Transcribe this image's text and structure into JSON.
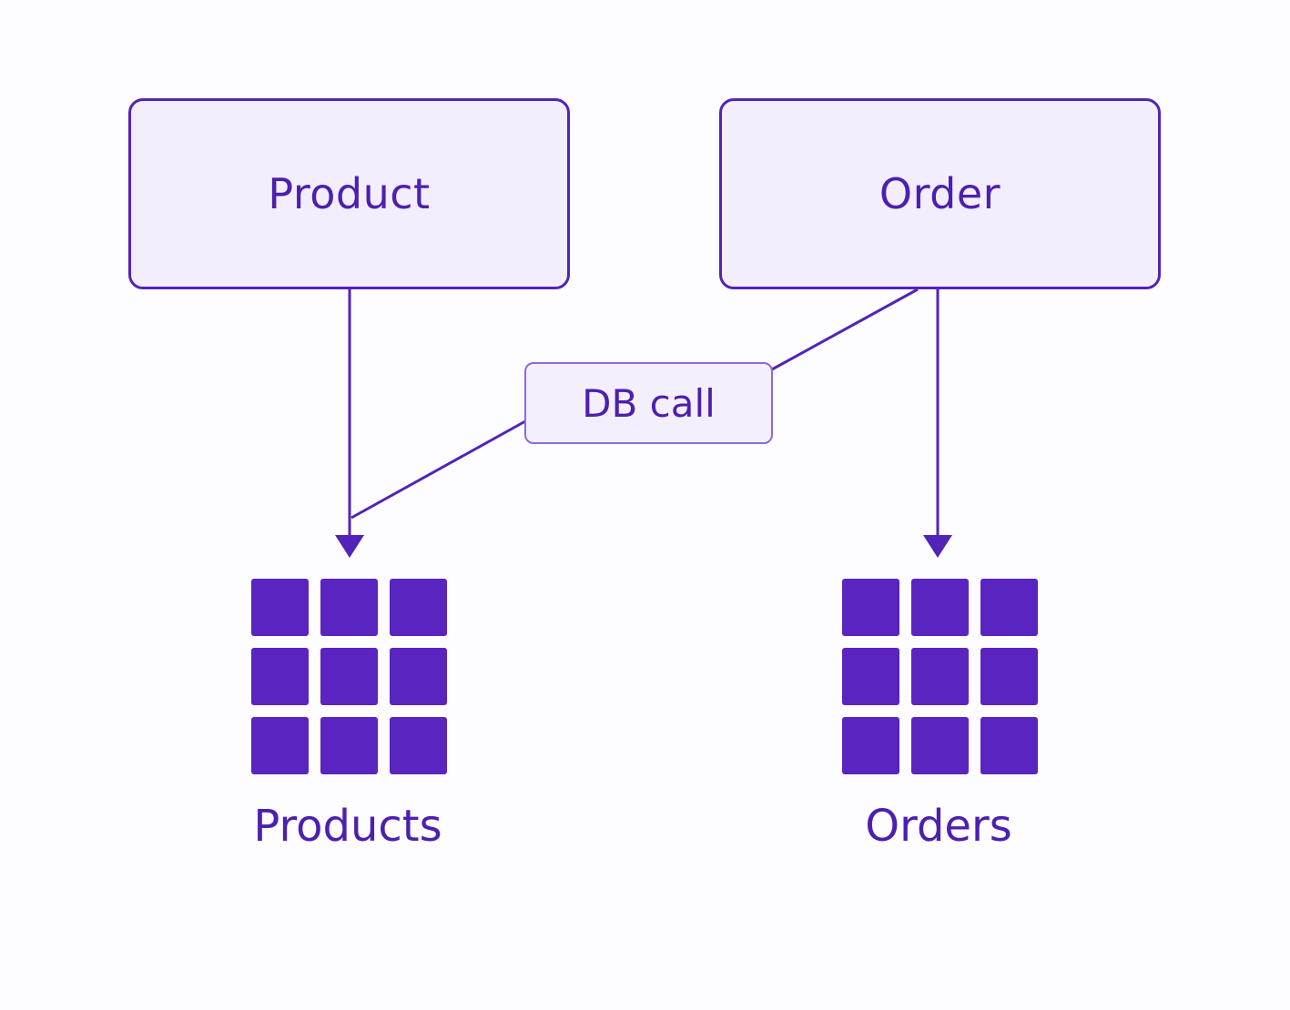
{
  "services": {
    "product": {
      "label": "Product"
    },
    "order": {
      "label": "Order"
    }
  },
  "connection": {
    "label": "DB call"
  },
  "tables": {
    "products": {
      "label": "Products"
    },
    "orders": {
      "label": "Orders"
    }
  },
  "colors": {
    "stroke": "#5223b8",
    "box_fill": "#f3eefd",
    "call_border": "#8e6ad9",
    "table_cell": "#5924bf",
    "text": "#4d1fb0",
    "background": "#fdfcfe"
  },
  "table_grid": {
    "rows": 3,
    "cols": 3
  }
}
